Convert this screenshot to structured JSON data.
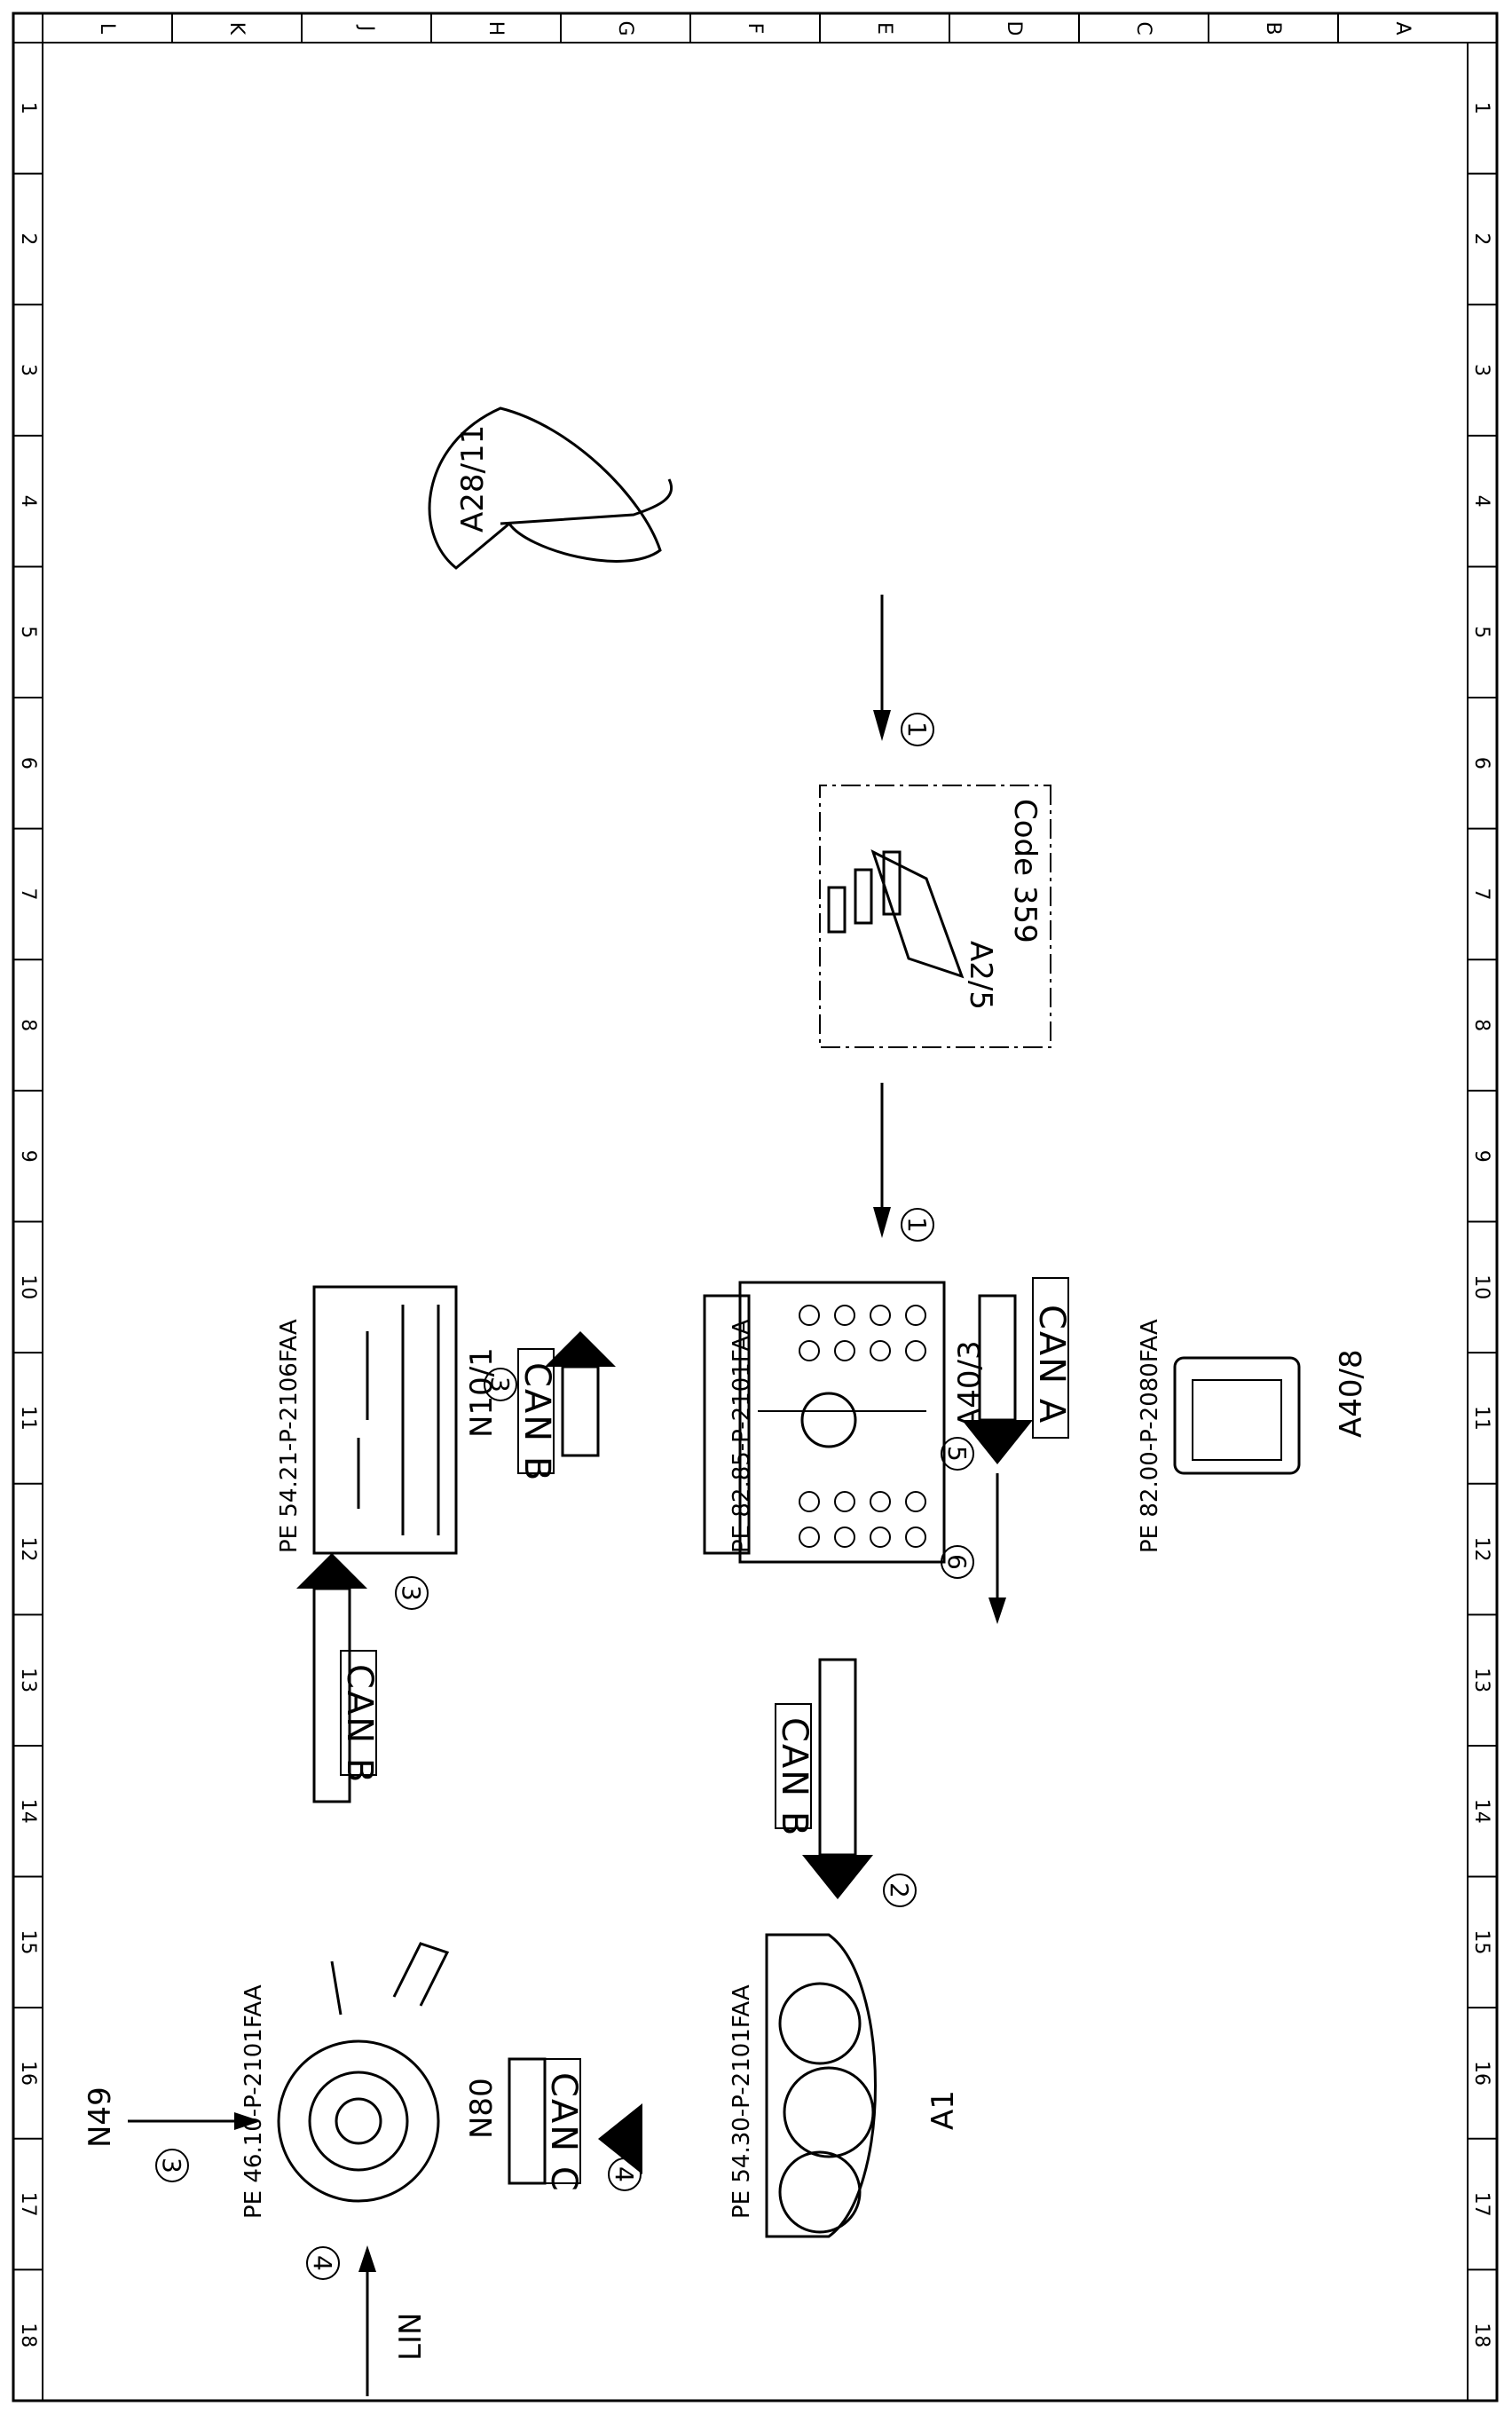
{
  "diagram": {
    "grid_cols": [
      "L",
      "K",
      "J",
      "H",
      "G",
      "F",
      "E",
      "D",
      "C",
      "B",
      "A"
    ],
    "grid_rows": [
      "1",
      "2",
      "3",
      "4",
      "5",
      "6",
      "7",
      "8",
      "9",
      "10",
      "11",
      "12",
      "13",
      "14",
      "15",
      "16",
      "17",
      "18"
    ],
    "components": {
      "a28_11": {
        "label": "A28/11"
      },
      "a2_5": {
        "label": "A2/5",
        "code": "Code 359"
      },
      "a40_3": {
        "label": "A40/3",
        "ref": "PE 82.85-P-2101FAA"
      },
      "a40_8": {
        "label": "A40/8",
        "ref": "PE 82.00-P-2080FAA"
      },
      "n10_1": {
        "label": "N10/1",
        "ref": "PE 54.21-P-2106FAA"
      },
      "a1": {
        "label": "A1",
        "ref": "PE 54.30-P-2101FAA"
      },
      "n80": {
        "label": "N80",
        "ref": "PE 46.10-P-2101FAA"
      },
      "n49": {
        "label": "N49"
      }
    },
    "buses": {
      "can_a": "CAN A",
      "can_b_1": "CAN B",
      "can_b_2": "CAN B",
      "can_b_3": "CAN B",
      "can_c": "CAN C",
      "lin": "LIN"
    },
    "markers": {
      "m1a": "1",
      "m1b": "1",
      "m2": "2",
      "m3a": "3",
      "m3b": "3",
      "m3c": "3",
      "m4a": "4",
      "m4b": "4",
      "m5": "5",
      "m6": "6"
    }
  }
}
